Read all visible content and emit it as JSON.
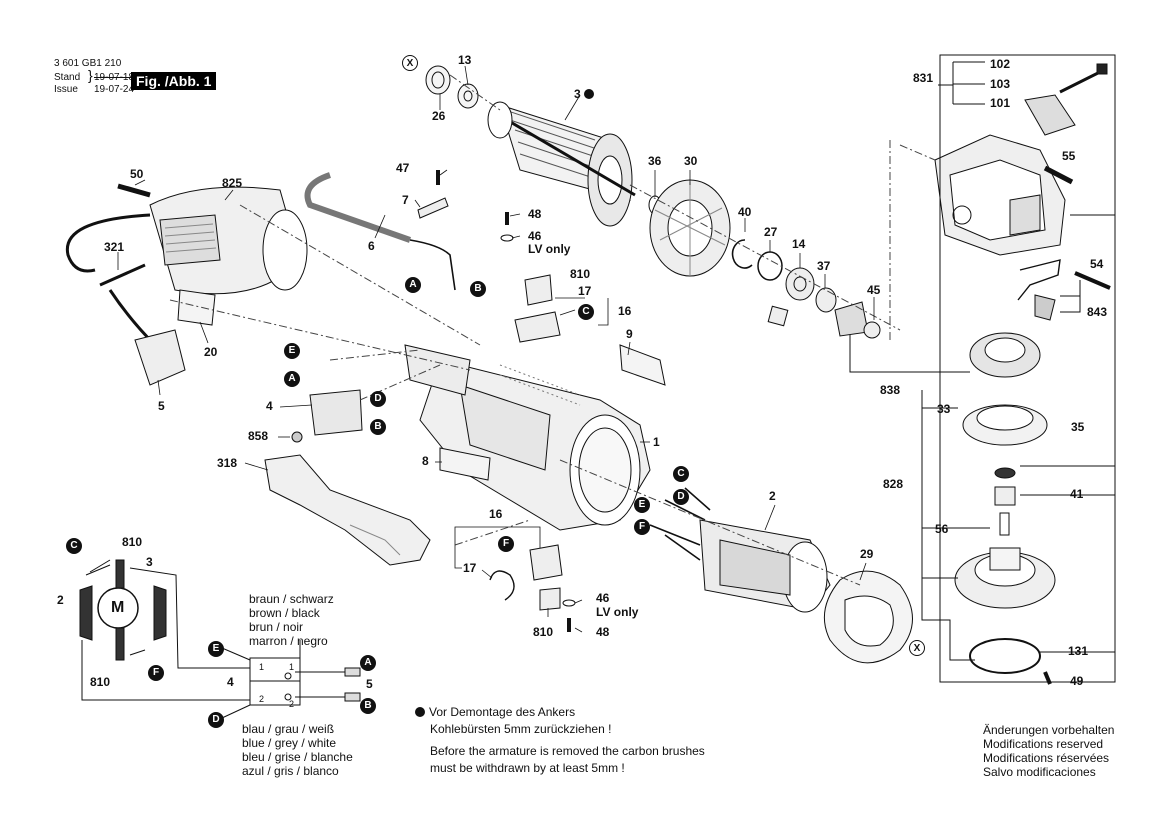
{
  "header": {
    "doc_number": "3 601 GB1 210",
    "stand_label": "Stand",
    "issue_label": "Issue",
    "stand_date": "19-07-18",
    "issue_date": "19-07-24",
    "figure_label": "Fig. /Abb. 1"
  },
  "parts": [
    {
      "id": "p13",
      "label": "13"
    },
    {
      "id": "p26",
      "label": "26"
    },
    {
      "id": "p3",
      "label": "3"
    },
    {
      "id": "p36",
      "label": "36"
    },
    {
      "id": "p30",
      "label": "30"
    },
    {
      "id": "p40",
      "label": "40"
    },
    {
      "id": "p27",
      "label": "27"
    },
    {
      "id": "p14",
      "label": "14"
    },
    {
      "id": "p37",
      "label": "37"
    },
    {
      "id": "p45",
      "label": "45"
    },
    {
      "id": "p47",
      "label": "47"
    },
    {
      "id": "p7",
      "label": "7"
    },
    {
      "id": "p6",
      "label": "6"
    },
    {
      "id": "p48a",
      "label": "48"
    },
    {
      "id": "p46a",
      "label": "46"
    },
    {
      "id": "p810a",
      "label": "810"
    },
    {
      "id": "p17a",
      "label": "17"
    },
    {
      "id": "p16a",
      "label": "16"
    },
    {
      "id": "p9",
      "label": "9"
    },
    {
      "id": "p50",
      "label": "50"
    },
    {
      "id": "p825",
      "label": "825"
    },
    {
      "id": "p321",
      "label": "321"
    },
    {
      "id": "p20",
      "label": "20"
    },
    {
      "id": "p5a",
      "label": "5"
    },
    {
      "id": "p4a",
      "label": "4"
    },
    {
      "id": "p858",
      "label": "858"
    },
    {
      "id": "p318",
      "label": "318"
    },
    {
      "id": "p8",
      "label": "8"
    },
    {
      "id": "p1",
      "label": "1"
    },
    {
      "id": "p2a",
      "label": "2"
    },
    {
      "id": "p16b",
      "label": "16"
    },
    {
      "id": "p17b",
      "label": "17"
    },
    {
      "id": "p810b",
      "label": "810"
    },
    {
      "id": "p46b",
      "label": "46"
    },
    {
      "id": "p48b",
      "label": "48"
    },
    {
      "id": "p29",
      "label": "29"
    },
    {
      "id": "p102",
      "label": "102"
    },
    {
      "id": "p831",
      "label": "831"
    },
    {
      "id": "p103",
      "label": "103"
    },
    {
      "id": "p101",
      "label": "101"
    },
    {
      "id": "p55",
      "label": "55"
    },
    {
      "id": "p54",
      "label": "54"
    },
    {
      "id": "p843",
      "label": "843"
    },
    {
      "id": "p838",
      "label": "838"
    },
    {
      "id": "p33",
      "label": "33"
    },
    {
      "id": "p35",
      "label": "35"
    },
    {
      "id": "p828",
      "label": "828"
    },
    {
      "id": "p41",
      "label": "41"
    },
    {
      "id": "p56",
      "label": "56"
    },
    {
      "id": "p131",
      "label": "131"
    },
    {
      "id": "p49",
      "label": "49"
    },
    {
      "id": "pw810a",
      "label": "810"
    },
    {
      "id": "pw3",
      "label": "3"
    },
    {
      "id": "pw2",
      "label": "2"
    },
    {
      "id": "pw810b",
      "label": "810"
    },
    {
      "id": "pw4",
      "label": "4"
    },
    {
      "id": "pw5",
      "label": "5"
    }
  ],
  "lv_only": "LV only",
  "motor_symbol": "M",
  "wire_colors_top": [
    "braun / schwarz",
    "brown / black",
    "brun / noir",
    "marron / negro"
  ],
  "wire_colors_bottom": [
    "blau / grau / weiß",
    "blue / grey / white",
    "bleu / grise / blanche",
    "azul / gris / blanco"
  ],
  "terminal_labels": [
    "1",
    "1",
    "2",
    "2"
  ],
  "connectors": [
    "A",
    "B",
    "C",
    "D",
    "E",
    "F"
  ],
  "x_marker": "X",
  "notes": {
    "de_line1": "Vor Demontage des Ankers",
    "de_line2": "Kohlebürsten 5mm zurückziehen !",
    "en_line1": "Before the armature is removed the carbon brushes",
    "en_line2": "must be withdrawn by at least 5mm !"
  },
  "modifications": [
    "Änderungen vorbehalten",
    "Modifications reserved",
    "Modifications réservées",
    "Salvo modificaciones"
  ]
}
